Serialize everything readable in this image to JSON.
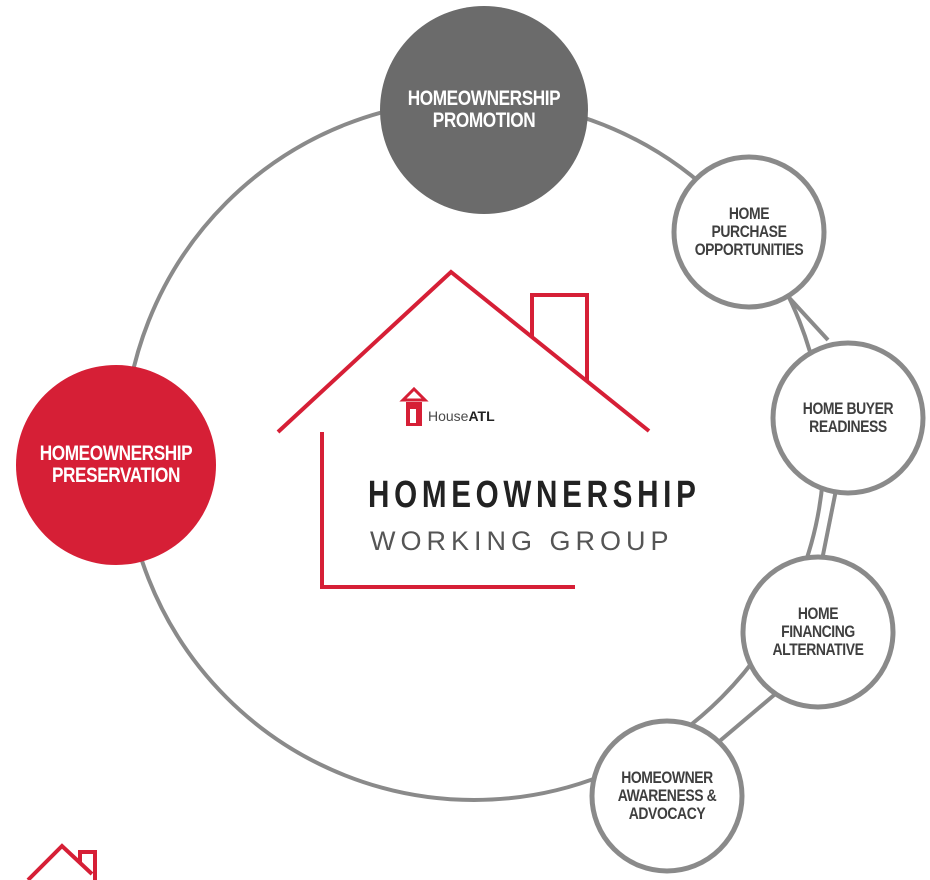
{
  "colors": {
    "ring": "#8a8a8a",
    "promotion_fill": "#6b6b6b",
    "preservation_fill": "#d61f36",
    "house_outline": "#d61f36",
    "node_border": "#8a8a8a",
    "title_text": "#222222",
    "subtitle_text": "#555555"
  },
  "nodes": {
    "promotion": "HOMEOWNERSHIP\nPROMOTION",
    "preservation": "HOMEOWNERSHIP\nPRESERVATION",
    "purchase": "HOME\nPURCHASE\nOPPORTUNITIES",
    "readiness": "HOME BUYER\nREADINESS",
    "financing": "HOME\nFINANCING\nALTERNATIVE",
    "awareness": "HOMEOWNER\nAWARENESS &\nADVOCACY"
  },
  "center": {
    "logo_house": "House",
    "logo_atl": "ATL",
    "title": "HOMEOWNERSHIP",
    "subtitle": "WORKING GROUP"
  },
  "icons": {
    "center_logo": "houseatl-logo-icon",
    "corner_logo": "house-logo-icon",
    "house_outline": "house-outline-icon"
  }
}
